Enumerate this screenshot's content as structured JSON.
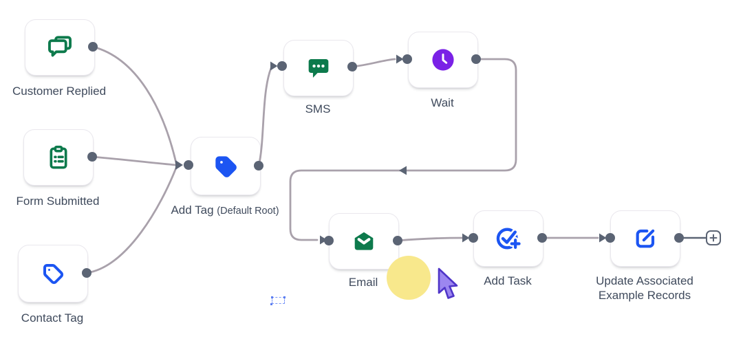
{
  "app": {
    "view": "workflow-automation-canvas",
    "background": "#ffffff"
  },
  "colors": {
    "green": "#0d7a4c",
    "blue": "#1c55f2",
    "purple": "#7a21e6",
    "edge_gray": "#a9a1ab",
    "port_slate": "#5b6474",
    "label_text": "#3f4a5c",
    "card_border": "#eae8ee",
    "highlight_yellow": "#f8e88c",
    "cursor_purple": "#9c86f0"
  },
  "nodes": [
    {
      "id": "customer-replied",
      "label": "Customer Replied",
      "icon": "chat-double-icon",
      "icon_color": "#0d7a4c"
    },
    {
      "id": "form-submitted",
      "label": "Form Submitted",
      "icon": "clipboard-icon",
      "icon_color": "#0d7a4c"
    },
    {
      "id": "contact-tag",
      "label": "Contact Tag",
      "icon": "tag-outline-icon",
      "icon_color": "#1c55f2"
    },
    {
      "id": "add-tag",
      "label": "Add Tag",
      "sublabel": "(Default Root)",
      "icon": "tag-filled-icon",
      "icon_color": "#1c55f2"
    },
    {
      "id": "sms",
      "label": "SMS",
      "icon": "sms-bubble-icon",
      "icon_color": "#0d7a4c"
    },
    {
      "id": "wait",
      "label": "Wait",
      "icon": "clock-icon",
      "icon_color": "#7a21e6"
    },
    {
      "id": "email",
      "label": "Email",
      "icon": "envelope-icon",
      "icon_color": "#0d7a4c"
    },
    {
      "id": "add-task",
      "label": "Add Task",
      "icon": "task-check-plus-icon",
      "icon_color": "#1c55f2"
    },
    {
      "id": "update-records",
      "label": "Update Associated Example Records",
      "icon": "edit-square-icon",
      "icon_color": "#1c55f2"
    }
  ],
  "edges": [
    {
      "from": "customer-replied",
      "to": "add-tag"
    },
    {
      "from": "form-submitted",
      "to": "add-tag"
    },
    {
      "from": "contact-tag",
      "to": "add-tag"
    },
    {
      "from": "add-tag",
      "to": "sms"
    },
    {
      "from": "sms",
      "to": "wait"
    },
    {
      "from": "wait",
      "to": "email"
    },
    {
      "from": "email",
      "to": "add-task"
    },
    {
      "from": "add-task",
      "to": "update-records"
    },
    {
      "from": "update-records",
      "to": "add-node-button"
    }
  ],
  "controls": {
    "add_node_button": {
      "icon": "plus-icon"
    }
  },
  "overlays": {
    "click_highlight": {
      "shape": "circle",
      "color": "#f8e88c"
    },
    "mouse_cursor": {
      "icon": "pointer-arrow-icon",
      "color": "#9c86f0"
    }
  }
}
